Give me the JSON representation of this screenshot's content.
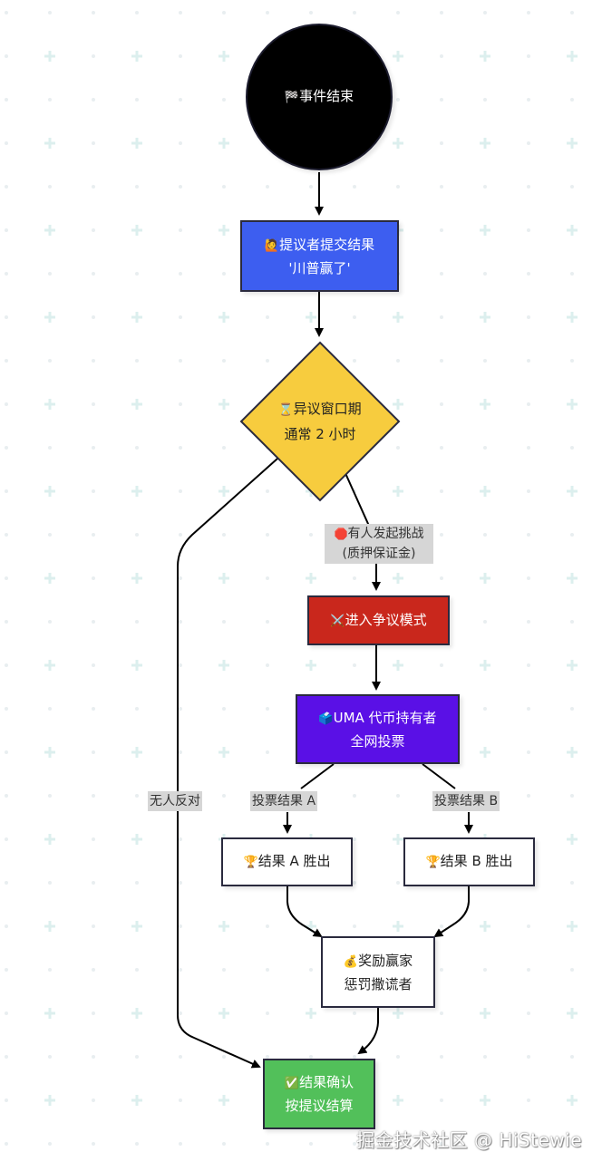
{
  "diagram": {
    "type": "flowchart",
    "direction": "top-to-bottom",
    "nodes": {
      "event_end": {
        "icon": "checkered-flag-icon",
        "icon_glyph": "🏁",
        "lines": [
          "事件结束"
        ],
        "color": "#000000"
      },
      "proposer_submit": {
        "icon": "person-raising-hand-icon",
        "icon_glyph": "🙋",
        "lines": [
          "提议者提交结果",
          "'川普赢了'"
        ],
        "color": "#3d5ef0"
      },
      "challenge_window": {
        "icon": "hourglass-icon",
        "icon_glyph": "⌛",
        "lines": [
          "异议窗口期",
          "通常 2 小时"
        ],
        "color": "#f7cc3e"
      },
      "dispute_mode": {
        "icon": "crossed-swords-icon",
        "icon_glyph": "⚔️",
        "lines": [
          "进入争议模式"
        ],
        "color": "#c9271c"
      },
      "uma_vote": {
        "icon": "ballot-box-icon",
        "icon_glyph": "🗳️",
        "lines": [
          "UMA 代币持有者",
          "全网投票"
        ],
        "color": "#5a10e6"
      },
      "result_a": {
        "icon": "trophy-icon",
        "icon_glyph": "🏆",
        "lines": [
          "结果 A 胜出"
        ],
        "color": "#ffffff"
      },
      "result_b": {
        "icon": "trophy-icon",
        "icon_glyph": "🏆",
        "lines": [
          "结果 B 胜出"
        ],
        "color": "#ffffff"
      },
      "reward_punish": {
        "icon": "money-bag-icon",
        "icon_glyph": "💰",
        "lines": [
          "奖励赢家",
          "惩罚撒谎者"
        ],
        "color": "#ffffff"
      },
      "confirmed": {
        "icon": "check-mark-button-icon",
        "icon_glyph": "✅",
        "lines": [
          "结果确认",
          "按提议结算"
        ],
        "color": "#52c05a"
      }
    },
    "edges": [
      {
        "from": "event_end",
        "to": "proposer_submit",
        "label": ""
      },
      {
        "from": "proposer_submit",
        "to": "challenge_window",
        "label": ""
      },
      {
        "from": "challenge_window",
        "to": "dispute_mode",
        "label_icon": "🛑",
        "label_lines": [
          "有人发起挑战",
          "(质押保证金)"
        ]
      },
      {
        "from": "challenge_window",
        "to": "confirmed",
        "label_lines": [
          "无人反对"
        ]
      },
      {
        "from": "dispute_mode",
        "to": "uma_vote",
        "label": ""
      },
      {
        "from": "uma_vote",
        "to": "result_a",
        "label_lines": [
          "投票结果 A"
        ]
      },
      {
        "from": "uma_vote",
        "to": "result_b",
        "label_lines": [
          "投票结果 B"
        ]
      },
      {
        "from": "result_a",
        "to": "reward_punish",
        "label": ""
      },
      {
        "from": "result_b",
        "to": "reward_punish",
        "label": ""
      },
      {
        "from": "reward_punish",
        "to": "confirmed",
        "label": ""
      }
    ]
  },
  "watermark": "掘金技术社区 @ HiStewie"
}
